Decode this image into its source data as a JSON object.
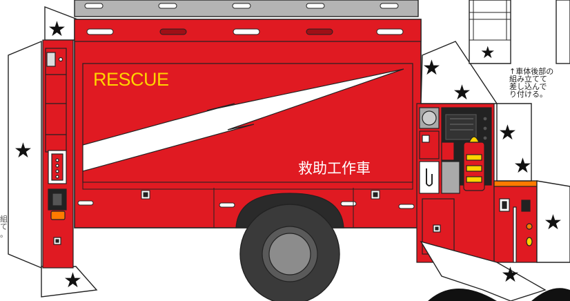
{
  "vehicle": {
    "rescue_label": "RESCUE",
    "japanese_name": "救助工作車"
  },
  "instructions": {
    "right_note": "↑車体後部の\n組み立てて\n差し込んで\nり付ける。",
    "left_note_fragments": "組\nて\n。"
  },
  "colors": {
    "body_red": "#e01a22",
    "dark_red": "#9e0f16",
    "stripe_white": "#ffffff",
    "label_yellow": "#ffd400",
    "outline": "#222222",
    "tire_dark": "#3a3a3a",
    "hub_grey": "#8c8c8c",
    "roof_grey": "#b4b4b4",
    "accent_orange": "#ff7a00"
  },
  "icons": [
    "star-icon",
    "handle-icon",
    "light-icon"
  ]
}
